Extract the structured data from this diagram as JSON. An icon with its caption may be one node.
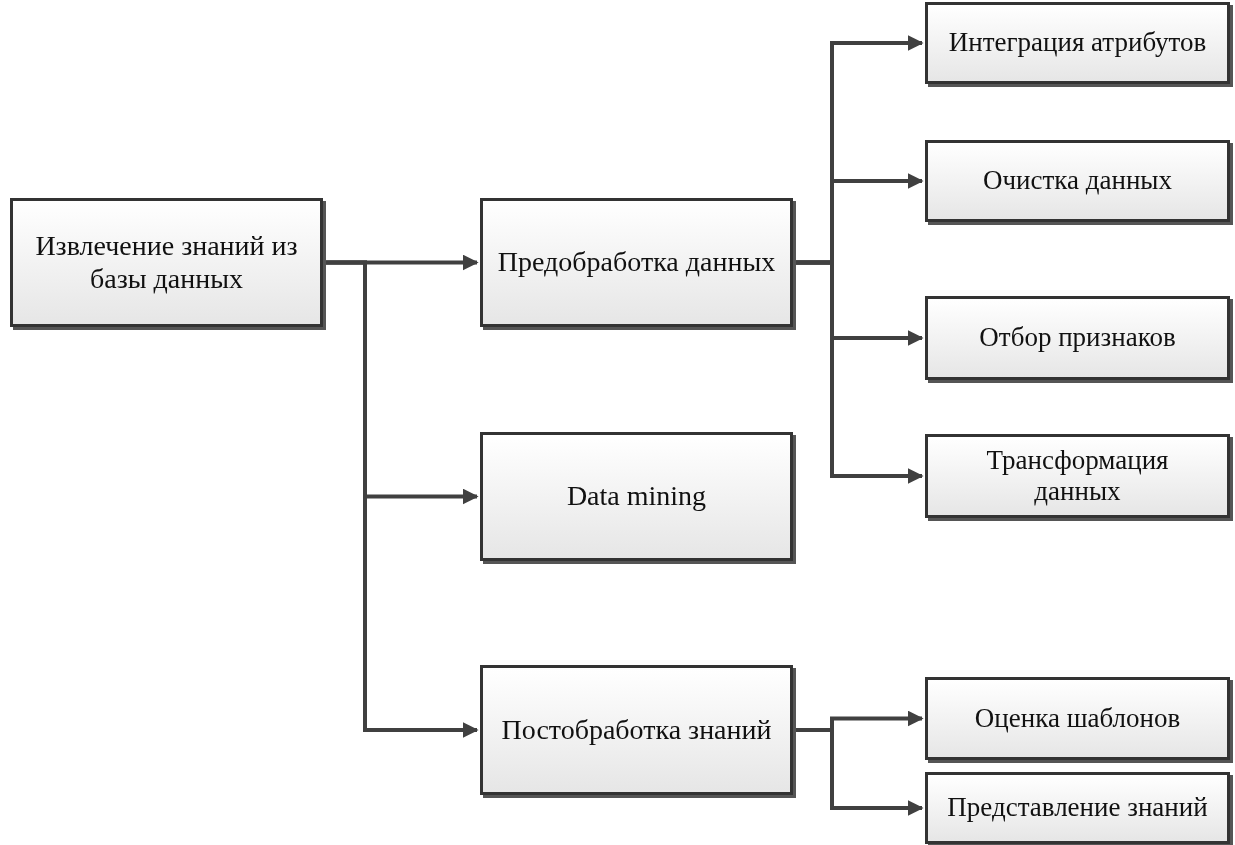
{
  "diagram": {
    "nodes": [
      {
        "text": [
          "Извлечение знаний из базы данных"
        ]
      },
      {
        "text": [
          "Предобработка данных"
        ]
      },
      {
        "text": [
          "Data mining"
        ]
      },
      {
        "text": [
          "Постобработка знаний"
        ]
      },
      {
        "text": [
          "Интеграция атрибутов"
        ]
      },
      {
        "text": [
          "Очистка данных"
        ]
      },
      {
        "text": [
          "Отбор признаков"
        ]
      },
      {
        "text": [
          "Трансформация данных"
        ]
      },
      {
        "text": [
          "Оценка шаблонов"
        ]
      },
      {
        "text": [
          "Представление знаний"
        ]
      }
    ],
    "edges": [
      {
        "from": 0,
        "to": 1,
        "arrow": "to"
      },
      {
        "from": 0,
        "to": 2,
        "arrow": "to"
      },
      {
        "from": 0,
        "to": 3,
        "arrow": "to"
      },
      {
        "from": 1,
        "to": 4,
        "arrow": "to"
      },
      {
        "from": 1,
        "to": 5,
        "arrow": "to"
      },
      {
        "from": 1,
        "to": 6,
        "arrow": "to"
      },
      {
        "from": 1,
        "to": 7,
        "arrow": "to"
      },
      {
        "from": 3,
        "to": 8,
        "arrow": "to"
      },
      {
        "from": 3,
        "to": 9,
        "arrow": "to"
      }
    ]
  }
}
